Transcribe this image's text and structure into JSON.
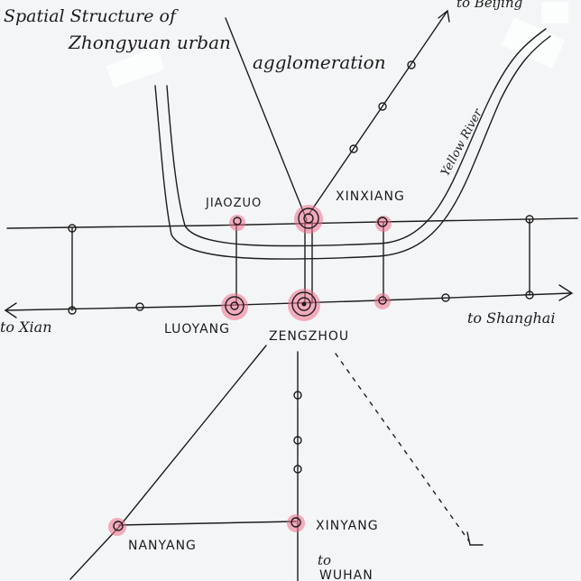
{
  "title_lines": [
    "Spatial Structure of",
    "Zhongyuan urban",
    "agglomeration"
  ],
  "river_label": "Yellow River",
  "places": {
    "jiaozuo": "JIAOZUO",
    "xinxiang": "XINXIANG",
    "luoyang": "LUOYANG",
    "zhengzhou": "ZENGZHOU",
    "nanyang": "NANYANG",
    "xinyang": "XINYANG"
  },
  "directions": {
    "xian": "to Xian",
    "shanghai": "to Shanghai",
    "wuhan_to": "to",
    "wuhan": "WUHAN",
    "beijing": "to Beijing"
  },
  "colors": {
    "ink": "#1d1d1d",
    "highlight": "#ee6d8a"
  }
}
